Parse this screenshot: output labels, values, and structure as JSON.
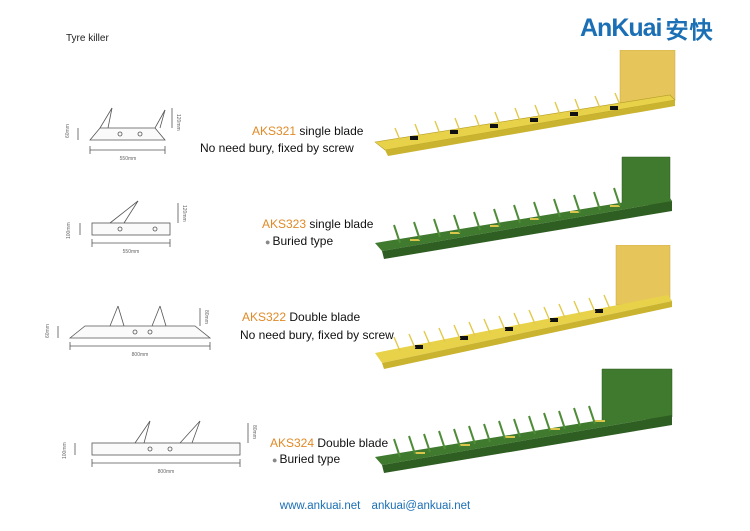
{
  "page": {
    "title": "Tyre killer"
  },
  "brand": {
    "name_en": "AnKuai",
    "name_cn": "安快"
  },
  "products": [
    {
      "code": "AKS321",
      "name": "single blade",
      "note": "No need bury, fixed by screw",
      "bulleted": false,
      "width_label": "550mm",
      "height_label_a": "60mm",
      "height_label_b": "120mm",
      "color": "#e8d24a"
    },
    {
      "code": "AKS323",
      "name": "single blade",
      "note": "Buried type",
      "bulleted": true,
      "width_label": "550mm",
      "height_label_a": "100mm",
      "height_label_b": "120mm",
      "color": "#3f7a2e"
    },
    {
      "code": "AKS322",
      "name": "Double blade",
      "note": "No need bury, fixed by screw",
      "bulleted": false,
      "width_label": "800mm",
      "height_label_a": "60mm",
      "height_label_b": "80mm",
      "color": "#e8d24a"
    },
    {
      "code": "AKS324",
      "name": "Double blade",
      "note": "Buried type",
      "bulleted": true,
      "width_label": "800mm",
      "height_label_a": "100mm",
      "height_label_b": "80mm",
      "color": "#3f7a2e"
    }
  ],
  "footer": {
    "website": "www.ankuai.net",
    "email": "ankuai@ankuai.net"
  },
  "colors": {
    "brand_blue": "#1a6fb5",
    "code_orange": "#e08a28",
    "yellow_body": "#e8d24a",
    "green_body": "#3f7a2e"
  }
}
